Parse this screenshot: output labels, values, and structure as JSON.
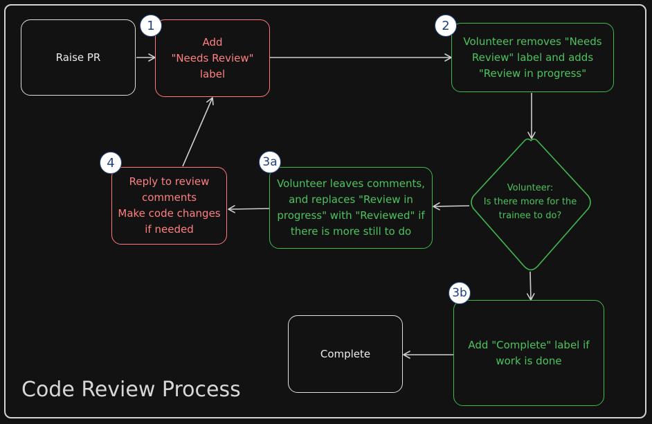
{
  "title": "Code Review Process",
  "nodes": {
    "raise_pr": "Raise PR",
    "add_needs_review": "Add\n\"Needs Review\"\nlabel",
    "volunteer_removes": "Volunteer removes \"Needs Review\" label and adds \"Review in progress\"",
    "decision": "Volunteer:\nIs there more for the trainee to do?",
    "volunteer_leaves_comments": "Volunteer leaves comments, and replaces \"Review in progress\" with \"Reviewed\" if there is more still to do",
    "reply_to_review": "Reply to review comments\nMake code changes if needed",
    "add_complete": "Add \"Complete\" label if work is done",
    "complete": "Complete"
  },
  "badges": {
    "step1": "1",
    "step2": "2",
    "step3a": "3a",
    "step3b": "3b",
    "step4": "4"
  },
  "colors": {
    "background": "#121212",
    "neutral": "#e0e0e0",
    "contributor_step": "#ff7b7b",
    "volunteer_step": "#3fb950",
    "badge_text": "#1f3f85"
  }
}
